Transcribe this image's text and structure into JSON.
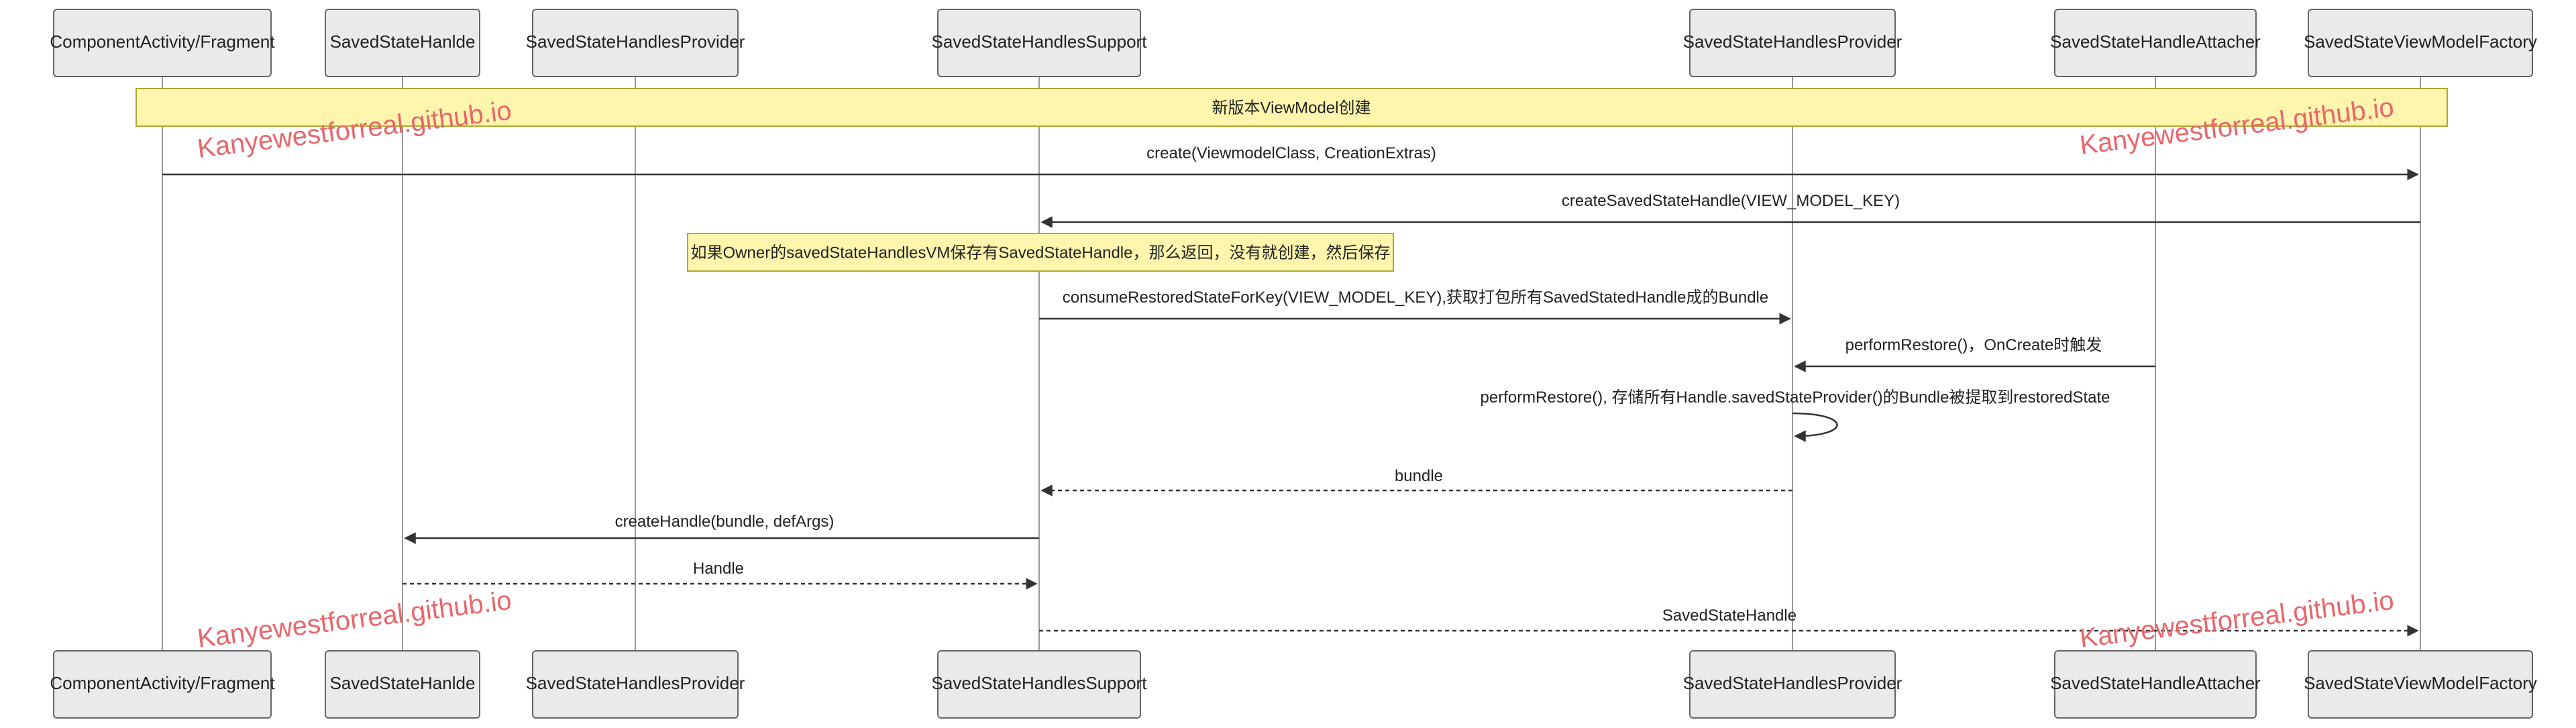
{
  "participants": [
    "ComponentActivity/Fragment",
    "SavedStateHanlde",
    "SavedStateHandlesProvider",
    "SavedStateHandlesSupport",
    "SavedStateHandlesProvider",
    "SavedStateHandleAttacher",
    "SavedStateViewModelFactory"
  ],
  "notes": [
    "新版本ViewModel创建",
    "如果Owner的savedStateHandlesVM保存有SavedStateHandle，那么返回，没有就创建，然后保存"
  ],
  "messages": [
    "create(ViewmodelClass, CreationExtras)",
    "createSavedStateHandle(VIEW_MODEL_KEY)",
    "consumeRestoredStateForKey(VIEW_MODEL_KEY),获取打包所有SavedStatedHandle成的Bundle",
    "performRestore()，OnCreate时触发",
    "performRestore(), 存储所有Handle.savedStateProvider()的Bundle被提取到restoredState",
    "bundle",
    "createHandle(bundle, defArgs)",
    "Handle",
    "SavedStateHandle"
  ],
  "watermark": "Kanyewestforreal.github.io",
  "colors": {
    "line": "#999999",
    "arrow": "#333333",
    "actor_fill": "#eaeaea",
    "actor_stroke": "#666666",
    "note_fill": "#fff5ad",
    "note_stroke": "#aaaa33",
    "watermark": "#e8676b"
  }
}
